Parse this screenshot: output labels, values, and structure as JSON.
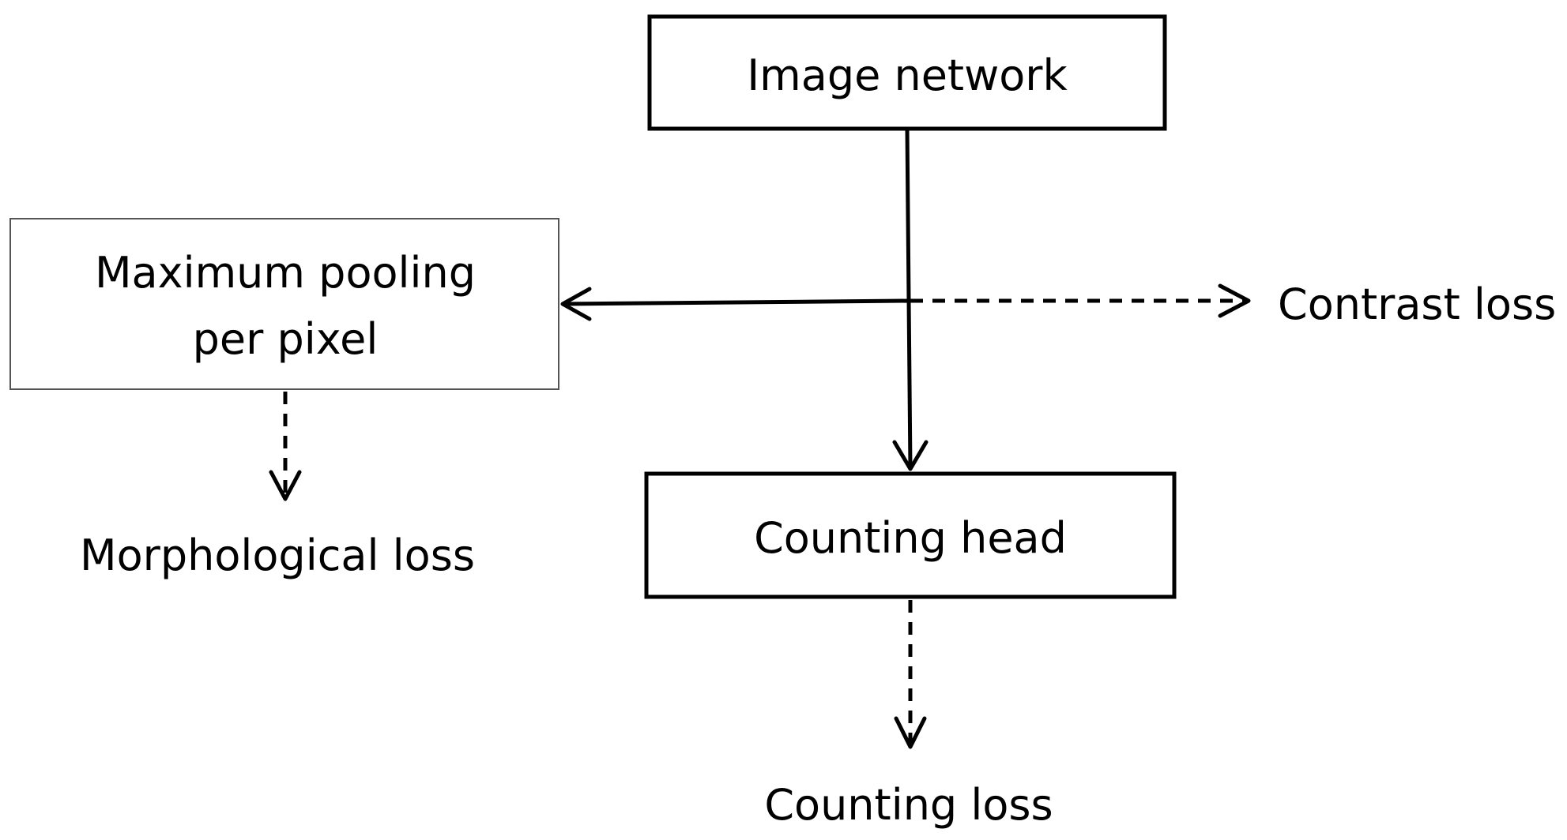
{
  "nodes": {
    "image_network": {
      "label": "Image network"
    },
    "max_pooling": {
      "label_line1": "Maximum pooling",
      "label_line2": "per pixel"
    },
    "counting_head": {
      "label": "Counting head"
    }
  },
  "outputs": {
    "contrast_loss": "Contrast loss",
    "morphological_loss": "Morphological loss",
    "counting_loss": "Counting loss"
  },
  "colors": {
    "stroke": "#000000",
    "thin_stroke": "#555555",
    "background": "#ffffff"
  }
}
